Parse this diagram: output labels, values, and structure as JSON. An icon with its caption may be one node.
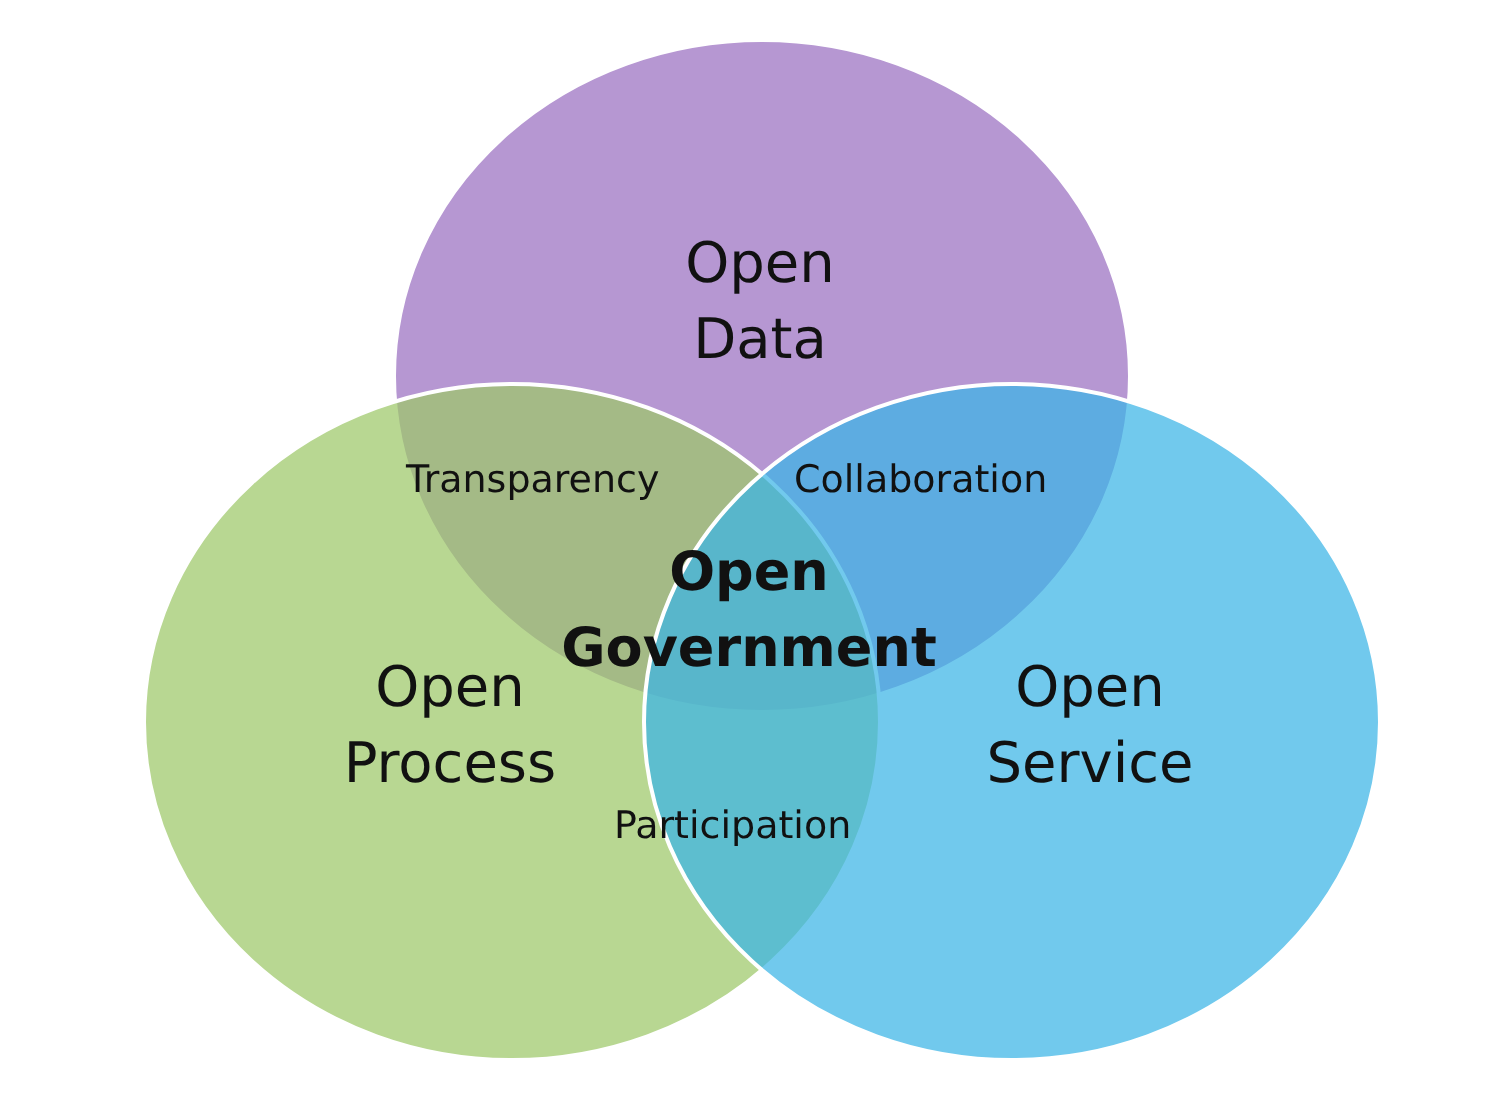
{
  "diagram": {
    "nodes": [
      {
        "text": [
          "Open Data"
        ]
      },
      {
        "text": [
          "Open Process"
        ]
      },
      {
        "text": [
          "Open Service"
        ]
      }
    ],
    "labels": [
      "Transparency",
      "Collaboration",
      "Open Government",
      "Participation"
    ]
  }
}
